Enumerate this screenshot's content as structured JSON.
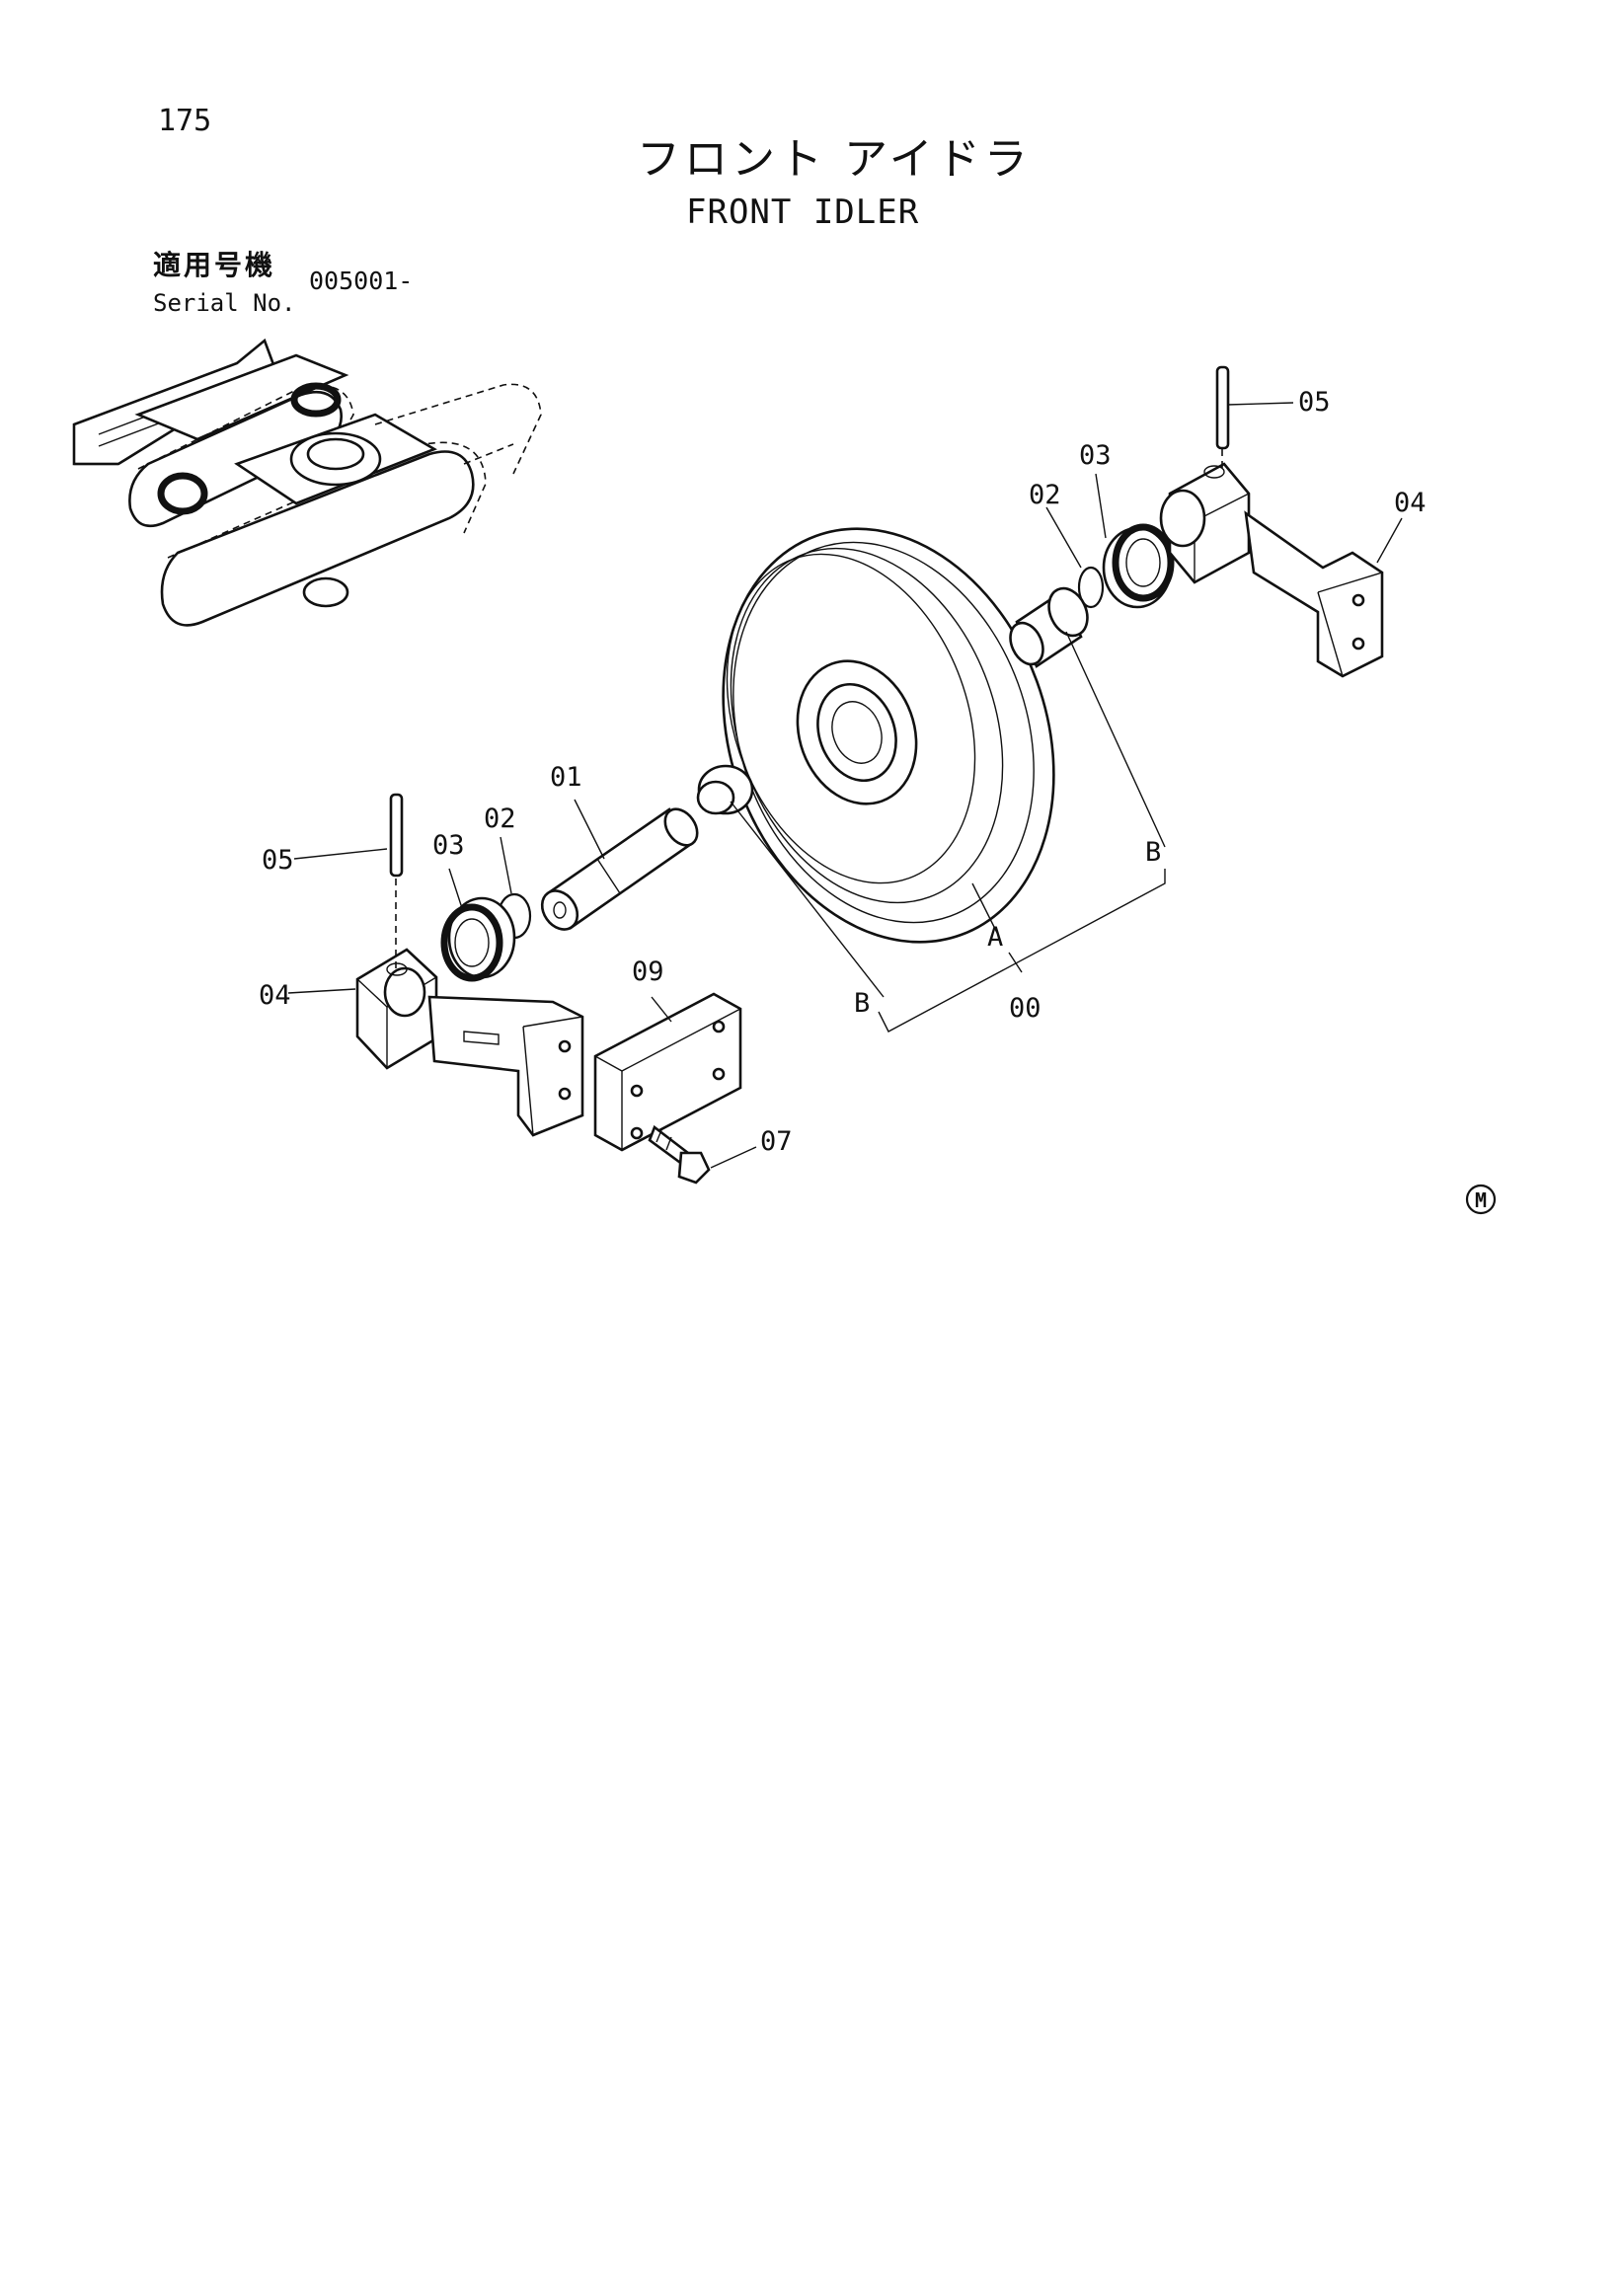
{
  "page": {
    "number": "175",
    "title_jp": "フロント アイドラ",
    "title_en": "FRONT IDLER"
  },
  "serial": {
    "label_jp": "適用号機",
    "label_en": "Serial No.",
    "value": "005001-"
  },
  "callouts": {
    "c00": "00",
    "c01": "01",
    "c02_left": "02",
    "c02_right": "02",
    "c03_left": "03",
    "c03_right": "03",
    "c04_left": "04",
    "c04_right": "04",
    "c05_left": "05",
    "c05_right": "05",
    "c07": "07",
    "c09": "09",
    "cA": "A",
    "cB_left": "B",
    "cB_right": "B"
  },
  "mark": "M"
}
